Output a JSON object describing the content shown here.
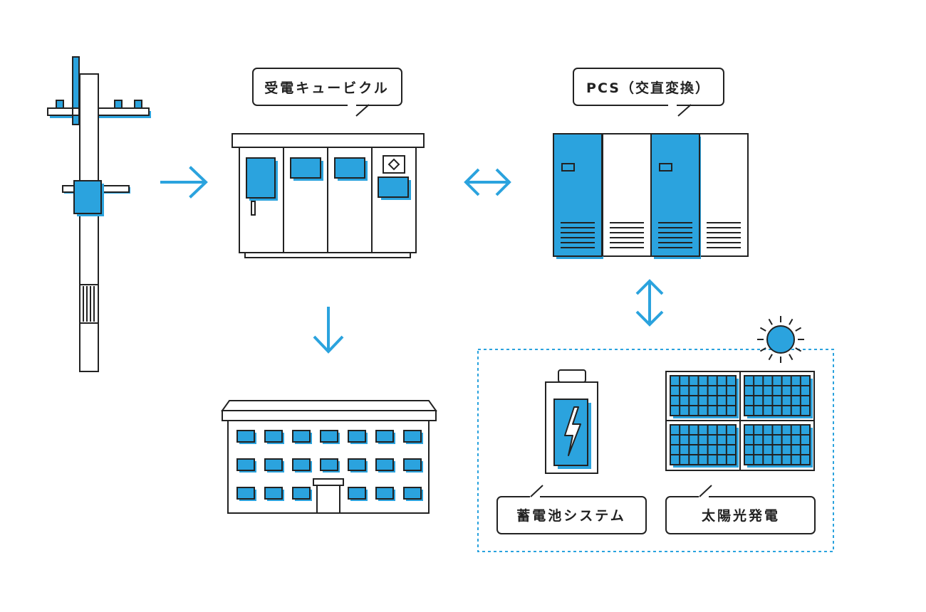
{
  "colors": {
    "accent": "#2ba3de",
    "stroke": "#222222",
    "background": "#ffffff"
  },
  "labels": {
    "cubicle": "受電キュービクル",
    "pcs": "PCS（交直変換）",
    "battery": "蓄電池システム",
    "solar": "太陽光発電"
  },
  "icons": {
    "utility_pole": "utility-pole-icon",
    "cubicle": "power-receiving-cubicle-icon",
    "pcs": "power-conditioner-icon",
    "building": "building-icon",
    "battery": "battery-icon",
    "solar_panel": "solar-panel-icon",
    "sun": "sun-icon"
  },
  "connections": [
    {
      "from": "utility_pole",
      "to": "cubicle",
      "direction": "one-way"
    },
    {
      "from": "cubicle",
      "to": "pcs",
      "direction": "two-way"
    },
    {
      "from": "cubicle",
      "to": "building",
      "direction": "one-way"
    },
    {
      "from": "pcs",
      "to": "storage_group",
      "direction": "two-way"
    }
  ]
}
